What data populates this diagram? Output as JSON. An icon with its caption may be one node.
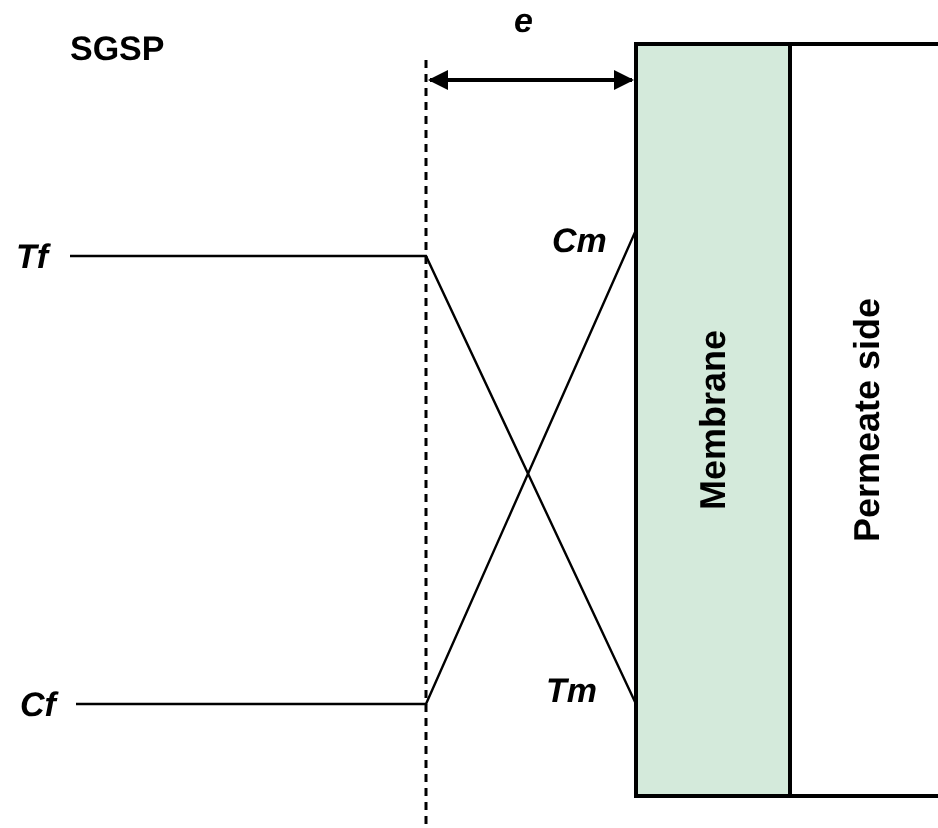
{
  "diagram": {
    "nodes": [
      {
        "text": [
          "Membrane"
        ]
      },
      {
        "text": [
          "Permeate side"
        ]
      }
    ],
    "labels": [
      "SGSP",
      "e",
      "Tf",
      "Cm",
      "Tm",
      "Cf"
    ]
  }
}
